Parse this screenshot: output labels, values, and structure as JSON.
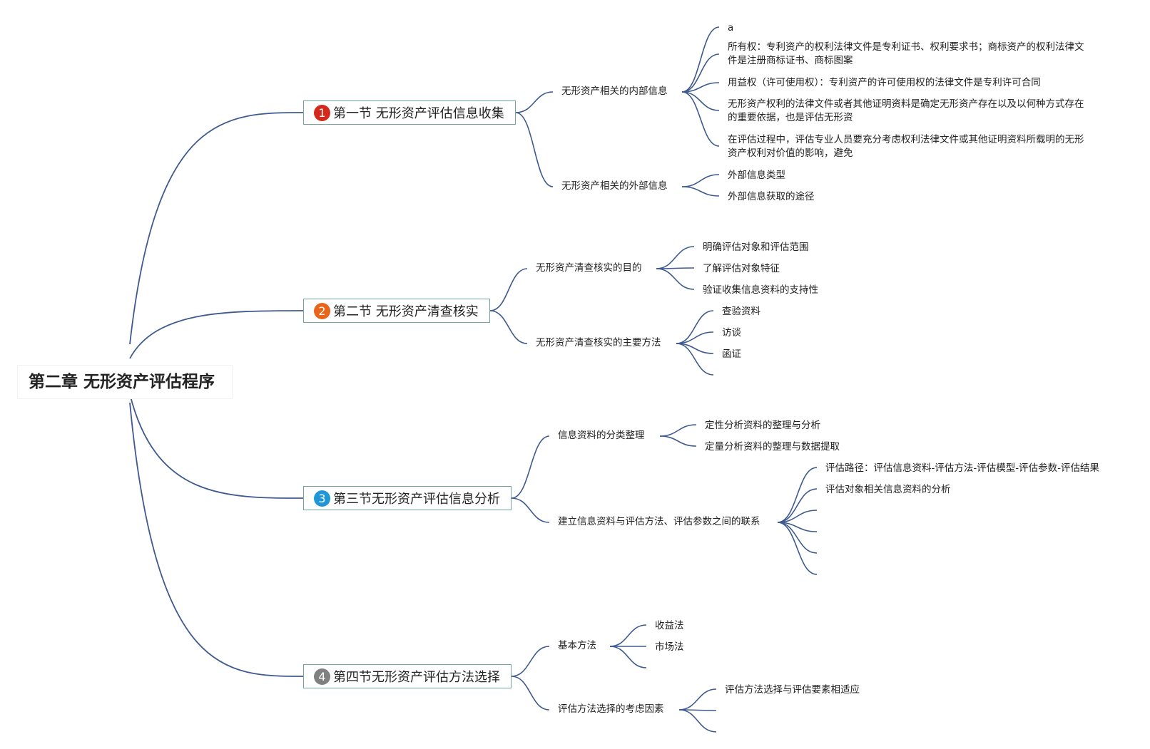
{
  "root": {
    "title": "第二章 无形资产评估程序"
  },
  "sections": [
    {
      "num": "1",
      "color": "#d42a1e",
      "title": "第一节 无形资产评估信息收集",
      "children": [
        {
          "label": "无形资产相关的内部信息",
          "items": [
            "a",
            "所有权：专利资产的权利法律文件是专利证书、权利要求书；商标资产的权利法律文件是注册商标证书、商标图案",
            "用益权（许可使用权）：专利资产的许可使用权的法律文件是专利许可合同",
            "无形资产权利的法律文件或者其他证明资料是确定无形资产存在以及以何种方式存在的重要依据，也是评估无形资",
            "在评估过程中，评估专业人员要充分考虑权利法律文件或其他证明资料所载明的无形资产权利对价值的影响，避免"
          ]
        },
        {
          "label": "无形资产相关的外部信息",
          "items": [
            "外部信息类型",
            "外部信息获取的途径"
          ]
        }
      ]
    },
    {
      "num": "2",
      "color": "#e8651a",
      "title": "第二节 无形资产清查核实",
      "children": [
        {
          "label": "无形资产清查核实的目的",
          "items": [
            "明确评估对象和评估范围",
            "了解评估对象特征",
            "验证收集信息资料的支持性"
          ]
        },
        {
          "label": "无形资产清查核实的主要方法",
          "items": [
            "查验资料",
            "访谈",
            "函证",
            ""
          ]
        }
      ]
    },
    {
      "num": "3",
      "color": "#1e96d8",
      "title": "第三节无形资产评估信息分析",
      "children": [
        {
          "label": "信息资料的分类整理",
          "items": [
            "定性分析资料的整理与分析",
            "定量分析资料的整理与数据提取"
          ]
        },
        {
          "label": "建立信息资料与评估方法、评估参数之间的联系",
          "items": [
            "评估路径：评估信息资料-评估方法-评估模型-评估参数-评估结果",
            "评估对象相关信息资料的分析",
            "",
            "",
            "",
            ""
          ]
        }
      ]
    },
    {
      "num": "4",
      "color": "#808080",
      "title": "第四节无形资产评估方法选择",
      "children": [
        {
          "label": "基本方法",
          "items": [
            "收益法",
            "市场法",
            ""
          ]
        },
        {
          "label": "评估方法选择的考虑因素",
          "items": [
            "评估方法选择与评估要素相适应",
            "",
            ""
          ]
        }
      ]
    }
  ]
}
